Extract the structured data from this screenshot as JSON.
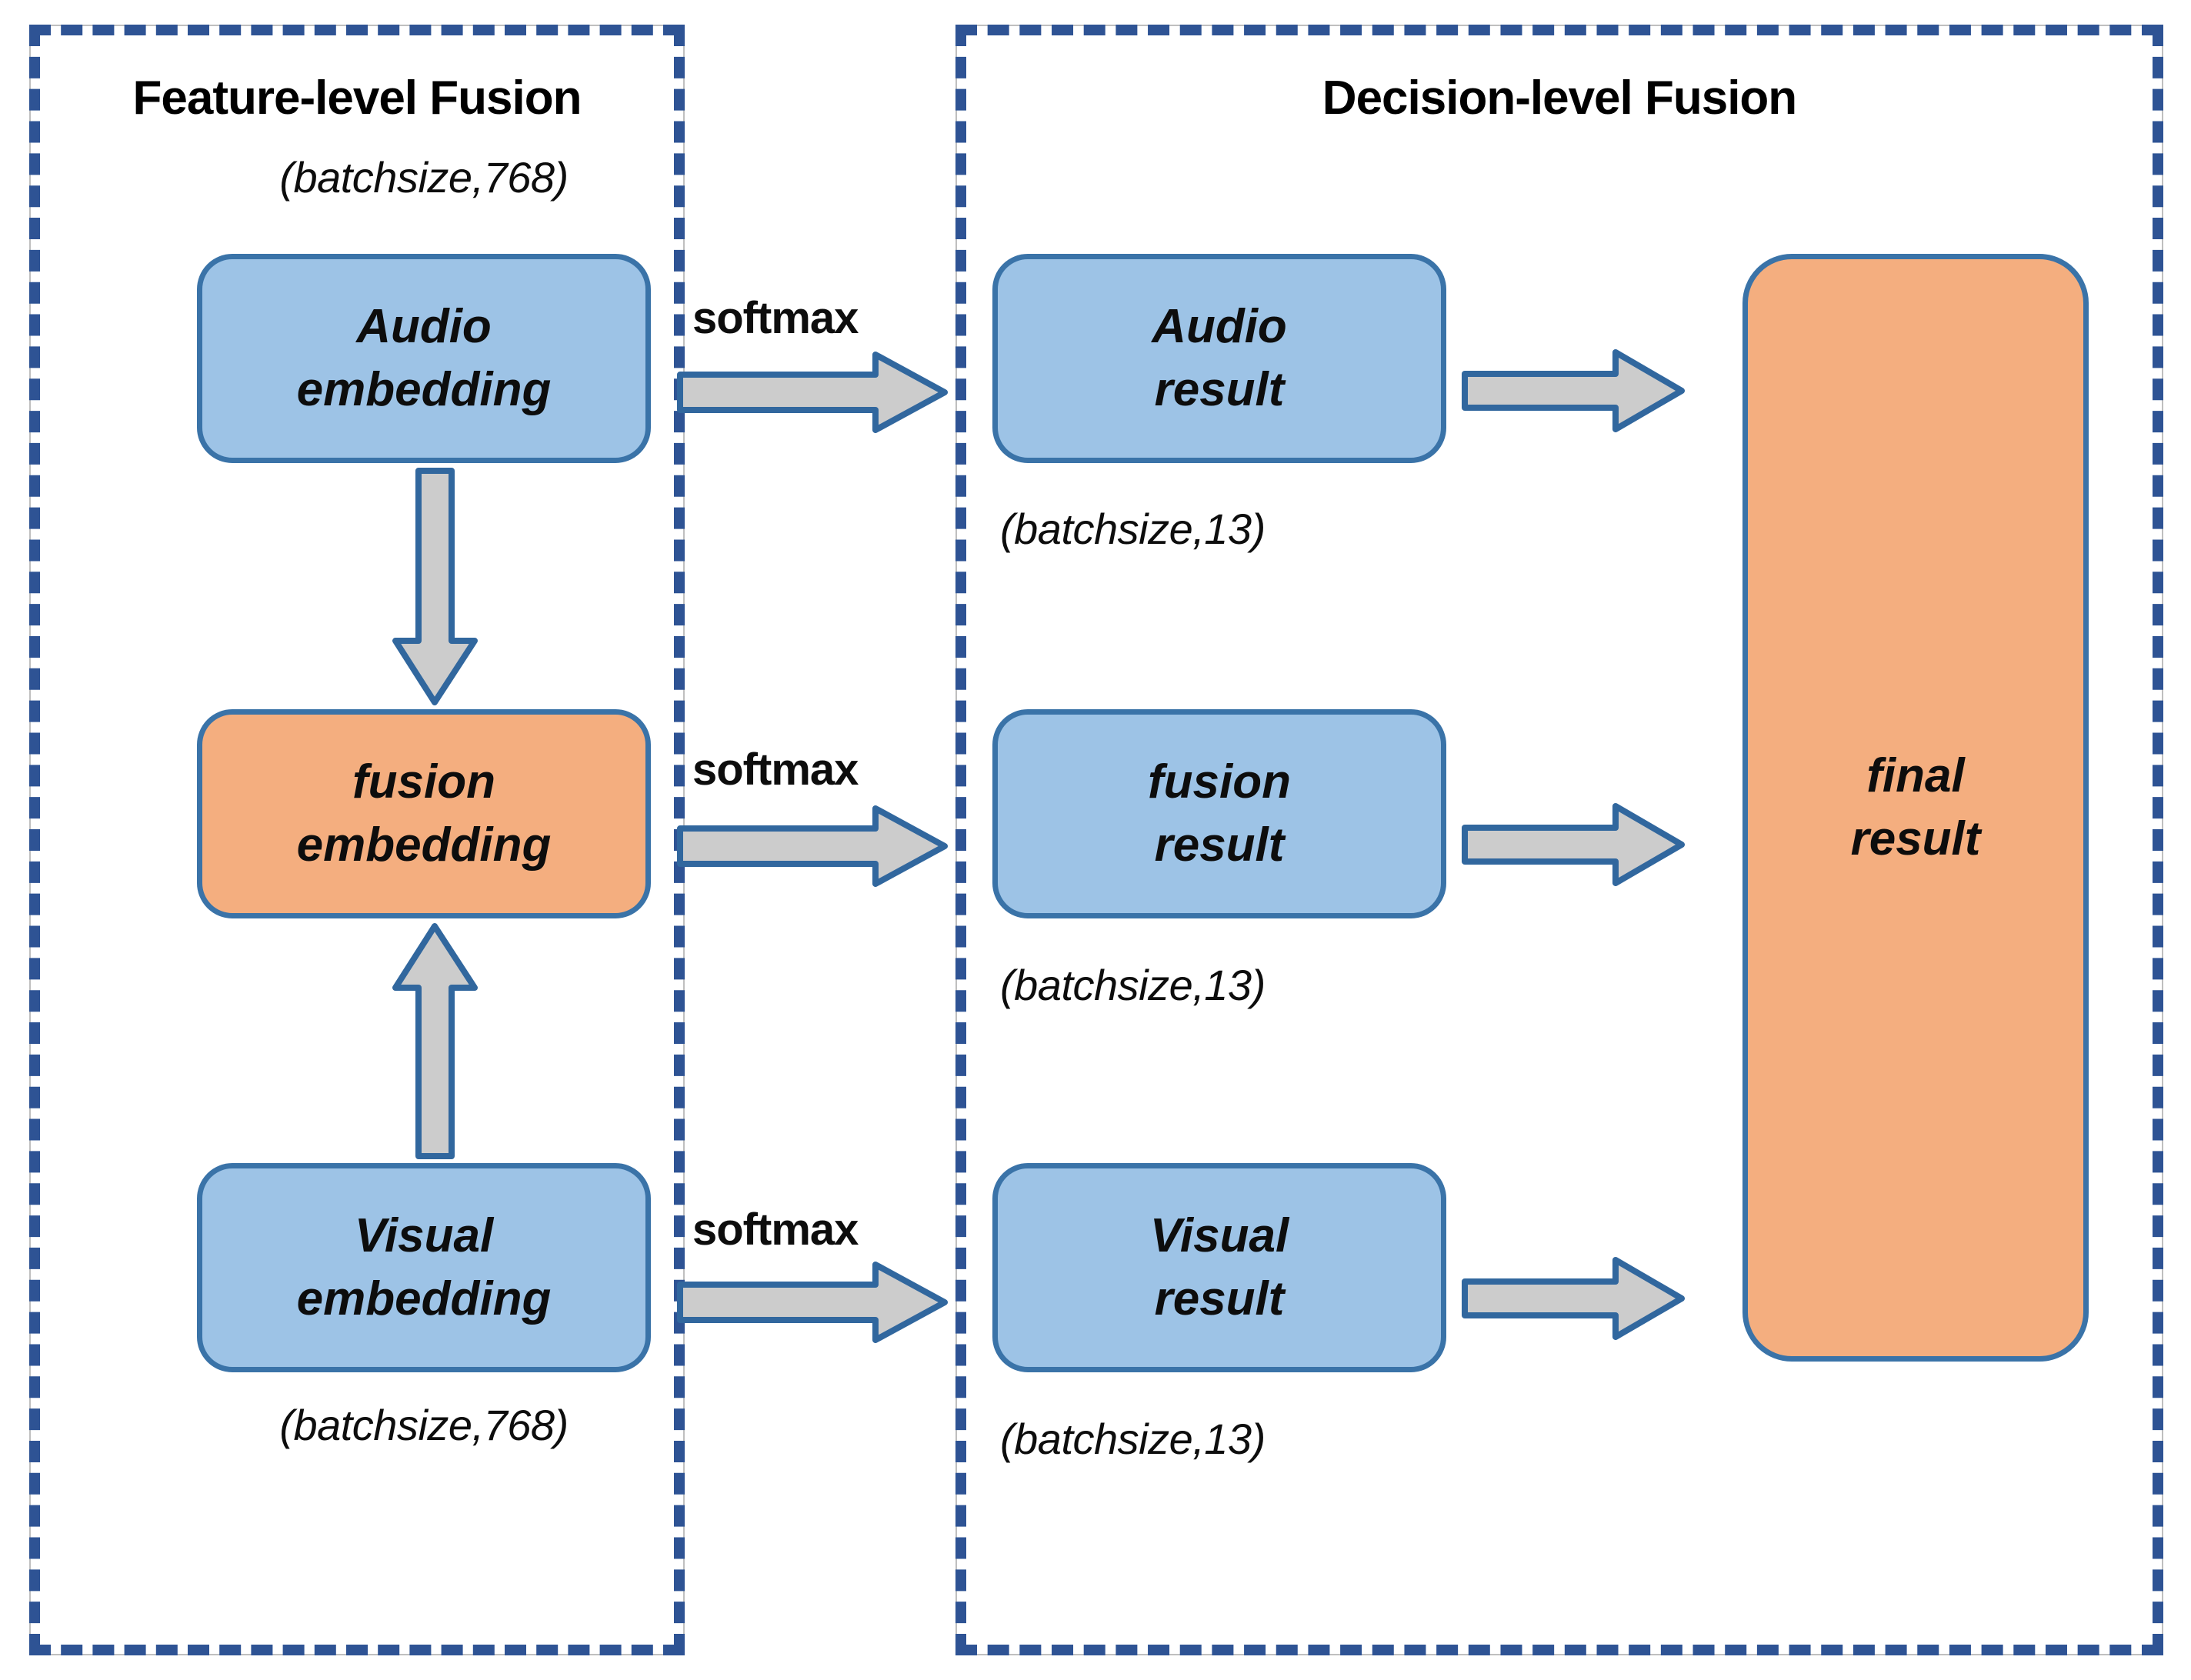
{
  "diagram": {
    "title_left": "Feature-level Fusion",
    "title_right": "Decision-level Fusion",
    "panels": [
      {
        "name": "feature-level-fusion",
        "label": "Feature-level Fusion"
      },
      {
        "name": "decision-level-fusion",
        "label": "Decision-level Fusion"
      }
    ],
    "nodes": {
      "audio_embedding": {
        "line1": "Audio",
        "line2": "embedding",
        "color": "#9DC3E6"
      },
      "fusion_embedding": {
        "line1": "fusion",
        "line2": "embedding",
        "color": "#F4AE7F"
      },
      "visual_embedding": {
        "line1": "Visual",
        "line2": "embedding",
        "color": "#9DC3E6"
      },
      "audio_result": {
        "line1": "Audio",
        "line2": "result",
        "color": "#9DC3E6"
      },
      "fusion_result": {
        "line1": "fusion",
        "line2": "result",
        "color": "#9DC3E6"
      },
      "visual_result": {
        "line1": "Visual",
        "line2": "result",
        "color": "#9DC3E6"
      },
      "final_result": {
        "line1": "final",
        "line2": "result",
        "color": "#F4AE7F"
      }
    },
    "shape_labels": {
      "audio_embedding_shape": "(batchsize,768)",
      "visual_embedding_shape": "(batchsize,768)",
      "audio_result_shape": "(batchsize,13)",
      "fusion_result_shape": "(batchsize,13)",
      "visual_result_shape": "(batchsize,13)"
    },
    "operations": {
      "softmax_audio": "softmax",
      "softmax_fusion": "softmax",
      "softmax_visual": "softmax"
    },
    "colors": {
      "panel_border": "#2E5394",
      "node_border": "#3A73A8",
      "node_blue": "#9DC3E6",
      "node_orange": "#F4AE7F",
      "arrow_fill": "#CCCCCC",
      "arrow_stroke": "#31679E",
      "hairline": "#BFBFBF"
    }
  }
}
